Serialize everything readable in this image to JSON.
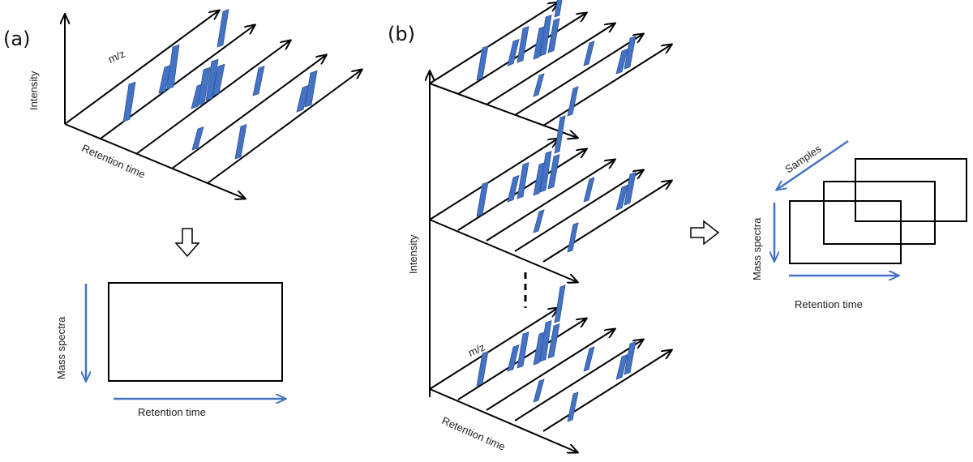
{
  "panel_a": {
    "label": "(a)",
    "axis_intensity": "Intensity",
    "axis_mz": "m/z",
    "axis_retention": "Retention time",
    "matrix_axis_mass": "Mass spectra",
    "matrix_axis_retention": "Retention time"
  },
  "panel_b": {
    "label": "(b)",
    "axis_intensity": "Intensity",
    "axis_mz": "m/z",
    "axis_retention": "Retention time",
    "tensor_axis_samples": "Samples",
    "tensor_axis_mass": "Mass spectra",
    "tensor_axis_retention": "Retention time"
  },
  "colors": {
    "peak_fill": "#4472C4",
    "peak_stroke": "#2F5597",
    "axis_arrow": "#000000",
    "matrix_arrow": "#4472C4"
  },
  "icons": [
    "transform-arrow-icon",
    "ellipsis-dash-icon"
  ]
}
